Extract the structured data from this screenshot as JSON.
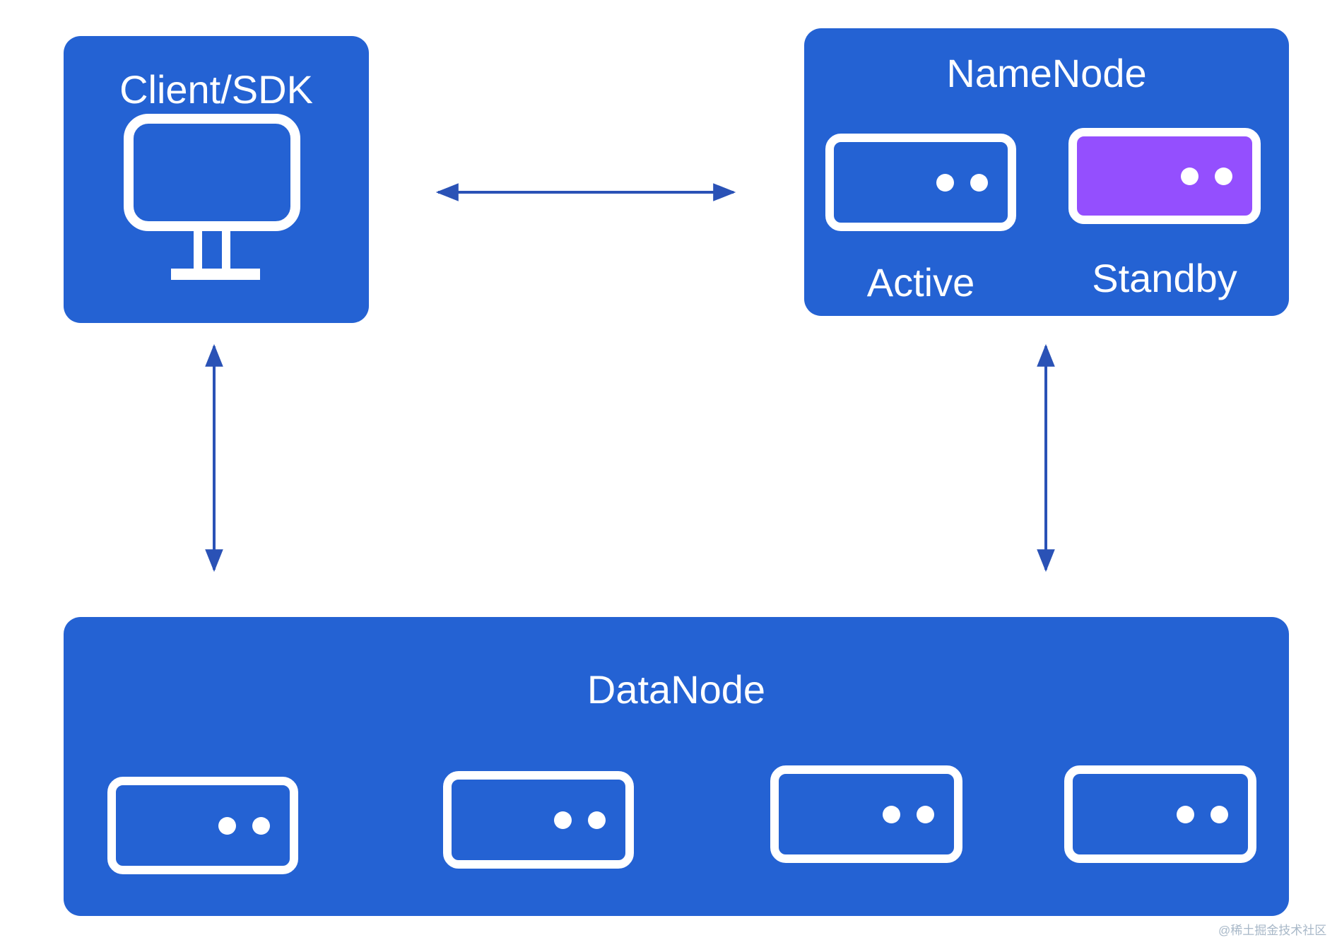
{
  "client": {
    "title": "Client/SDK",
    "icon": "monitor-icon"
  },
  "namenode": {
    "title": "NameNode",
    "active_label": "Active",
    "standby_label": "Standby"
  },
  "datanode": {
    "title": "DataNode",
    "server_count": 4
  },
  "colors": {
    "panel": "#2462d3",
    "standby": "#944ffe",
    "arrow": "#2a52b6",
    "text": "#ffffff"
  },
  "watermark": "@稀土掘金技术社区"
}
